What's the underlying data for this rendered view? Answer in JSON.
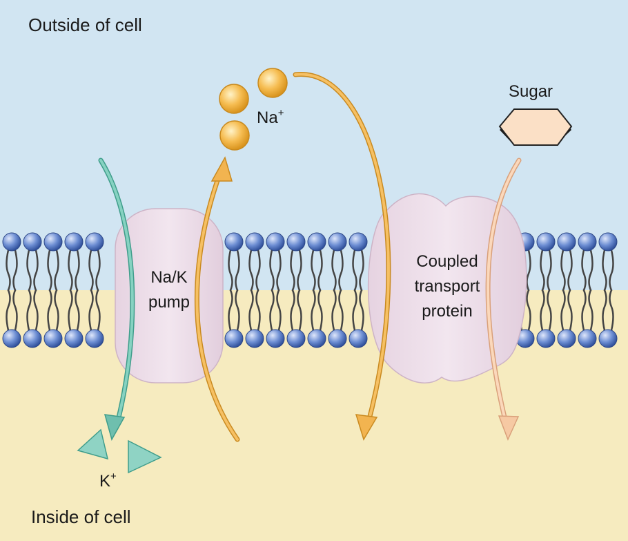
{
  "labels": {
    "outside": "Outside of cell",
    "inside": "Inside of cell",
    "pump_line1": "Na/K",
    "pump_line2": "pump",
    "coupled_line1": "Coupled",
    "coupled_line2": "transport",
    "coupled_line3": "protein",
    "sodium": "Na",
    "sodium_charge": "+",
    "potassium": "K",
    "potassium_charge": "+",
    "sugar": "Sugar"
  },
  "colors": {
    "outside": "#d1e5f2",
    "inside": "#f6ebbf",
    "protein": "#ead9e6",
    "phospholipid_head": "#5d7fc6",
    "sodium": "#f4b544",
    "sodium_arrow": "#f2b450",
    "potassium": "#8fd3c4",
    "potassium_arrow": "#6fbfae",
    "sugar": "#fbe0c6",
    "sugar_arrow": "#f6c9a3"
  }
}
